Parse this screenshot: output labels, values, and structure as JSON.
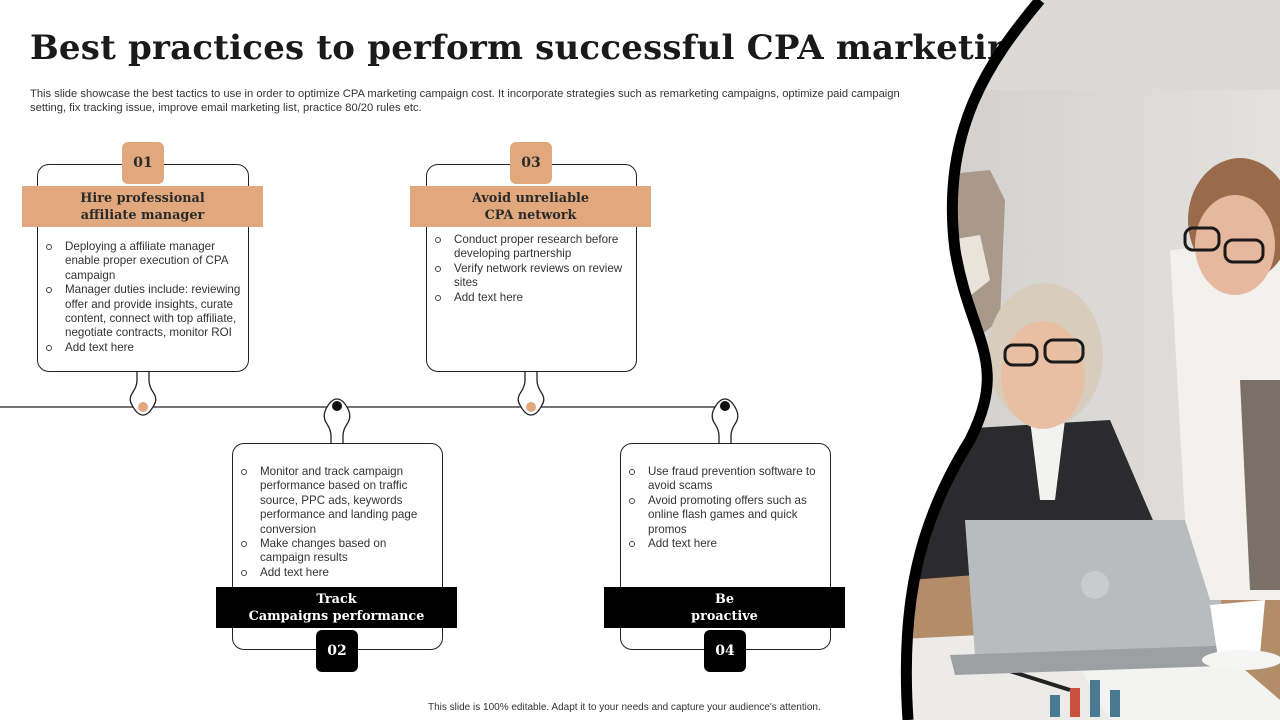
{
  "title": "Best practices to perform successful CPA marketing",
  "subtitle": "This slide showcase the best tactics to use in order to optimize CPA marketing campaign cost. It incorporate strategies such as remarketing campaigns, optimize paid campaign setting, fix tracking issue, improve email marketing list, practice 80/20 rules etc.",
  "colors": {
    "accent": "#e0a87c",
    "dark": "#000000",
    "line": "#222222"
  },
  "steps": [
    {
      "number": "01",
      "heading_line1": "Hire professional",
      "heading_line2": "affiliate manager",
      "bullets": [
        "Deploying a affiliate manager enable proper execution of CPA campaign",
        "Manager duties include: reviewing offer and provide insights, curate content, connect with top affiliate, negotiate contracts, monitor ROI",
        "Add text here"
      ]
    },
    {
      "number": "02",
      "heading_line1": "Track",
      "heading_line2": "Campaigns performance",
      "bullets": [
        "Monitor and track campaign performance based on traffic source, PPC ads, keywords performance and landing page conversion",
        "Make changes based on campaign results",
        "Add text here"
      ]
    },
    {
      "number": "03",
      "heading_line1": "Avoid unreliable",
      "heading_line2": "CPA network",
      "bullets": [
        "Conduct proper research before developing partnership",
        "Verify network reviews on review sites",
        "Add text here"
      ]
    },
    {
      "number": "04",
      "heading_line1": "Be",
      "heading_line2": "proactive",
      "bullets": [
        "Use fraud prevention software to avoid scams",
        "Avoid promoting offers such as online flash games and quick promos",
        "Add text here"
      ]
    }
  ],
  "footer": "This slide is 100% editable. Adapt it to your needs and capture your audience's attention."
}
